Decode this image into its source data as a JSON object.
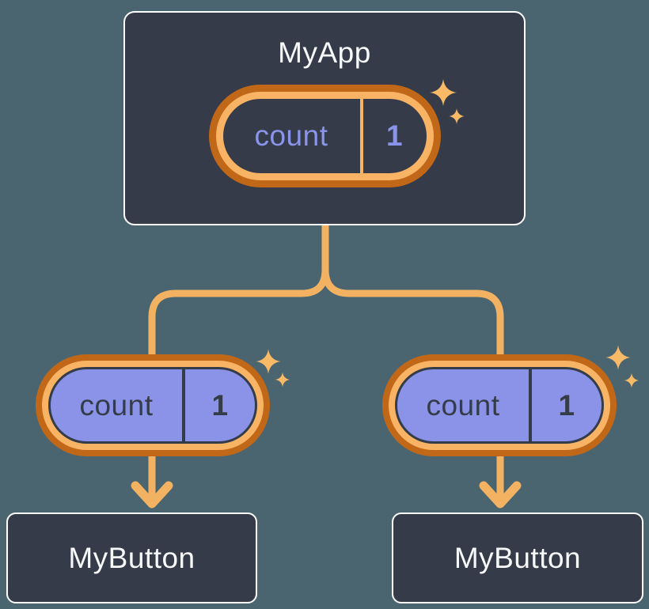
{
  "diagram": {
    "kind": "react-component-tree-with-shared-state",
    "app": {
      "label": "MyApp",
      "state_pill": {
        "name": "count",
        "value": "1"
      }
    },
    "children": [
      {
        "label": "MyButton",
        "prop_pill": {
          "name": "count",
          "value": "1"
        }
      },
      {
        "label": "MyButton",
        "prop_pill": {
          "name": "count",
          "value": "1"
        }
      }
    ],
    "icons": [
      "sparkle-icon"
    ],
    "colors": {
      "background": "#4b6570",
      "node_fill": "#353b48",
      "node_border": "#ffffff",
      "node_text": "#f7f8fa",
      "pill_ring_outer": "#c06818",
      "pill_ring_inner": "#f8b464",
      "state_pill_text": "#8a94ea",
      "prop_pill_fill": "#8b93e9",
      "prop_pill_text": "#353c49",
      "connector": "#f3b261",
      "sparkle": "#f9ba68"
    }
  }
}
